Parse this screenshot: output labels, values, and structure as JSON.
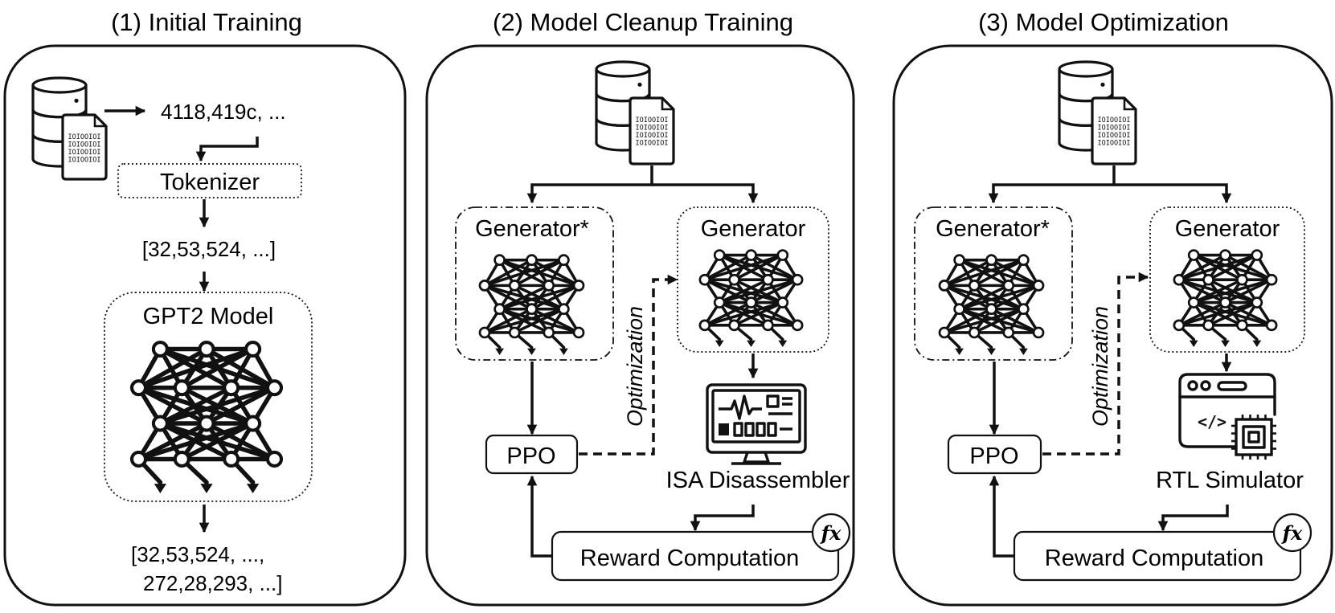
{
  "panels": [
    {
      "title": "(1) Initial Training",
      "binary_sample": "4118,419c, ...",
      "tokenizer_label": "Tokenizer",
      "token_ids": "[32,53,524, ...]",
      "model_label": "GPT2 Model",
      "output_line1": "[32,53,524, ...,",
      "output_line2": "272,28,293, ...]"
    },
    {
      "title": "(2) Model Cleanup Training",
      "frozen_generator_label": "Generator*",
      "generator_label": "Generator",
      "ppo_label": "PPO",
      "optimization_label": "Optimization",
      "tool_label": "ISA Disassembler",
      "reward_label": "Reward Computation",
      "reward_badge": "fx"
    },
    {
      "title": "(3) Model Optimization",
      "frozen_generator_label": "Generator*",
      "generator_label": "Generator",
      "ppo_label": "PPO",
      "optimization_label": "Optimization",
      "tool_label": "RTL Simulator",
      "reward_label": "Reward Computation",
      "reward_badge": "fx"
    }
  ],
  "file_binary_text": "IOIOOIOI",
  "icons": {
    "database": "database-icon",
    "binary_file": "binary-file-icon",
    "neural_network": "neural-network-icon",
    "monitor": "monitor-waveform-icon",
    "code_chip": "code-chip-icon",
    "function": "function-fx-icon"
  }
}
